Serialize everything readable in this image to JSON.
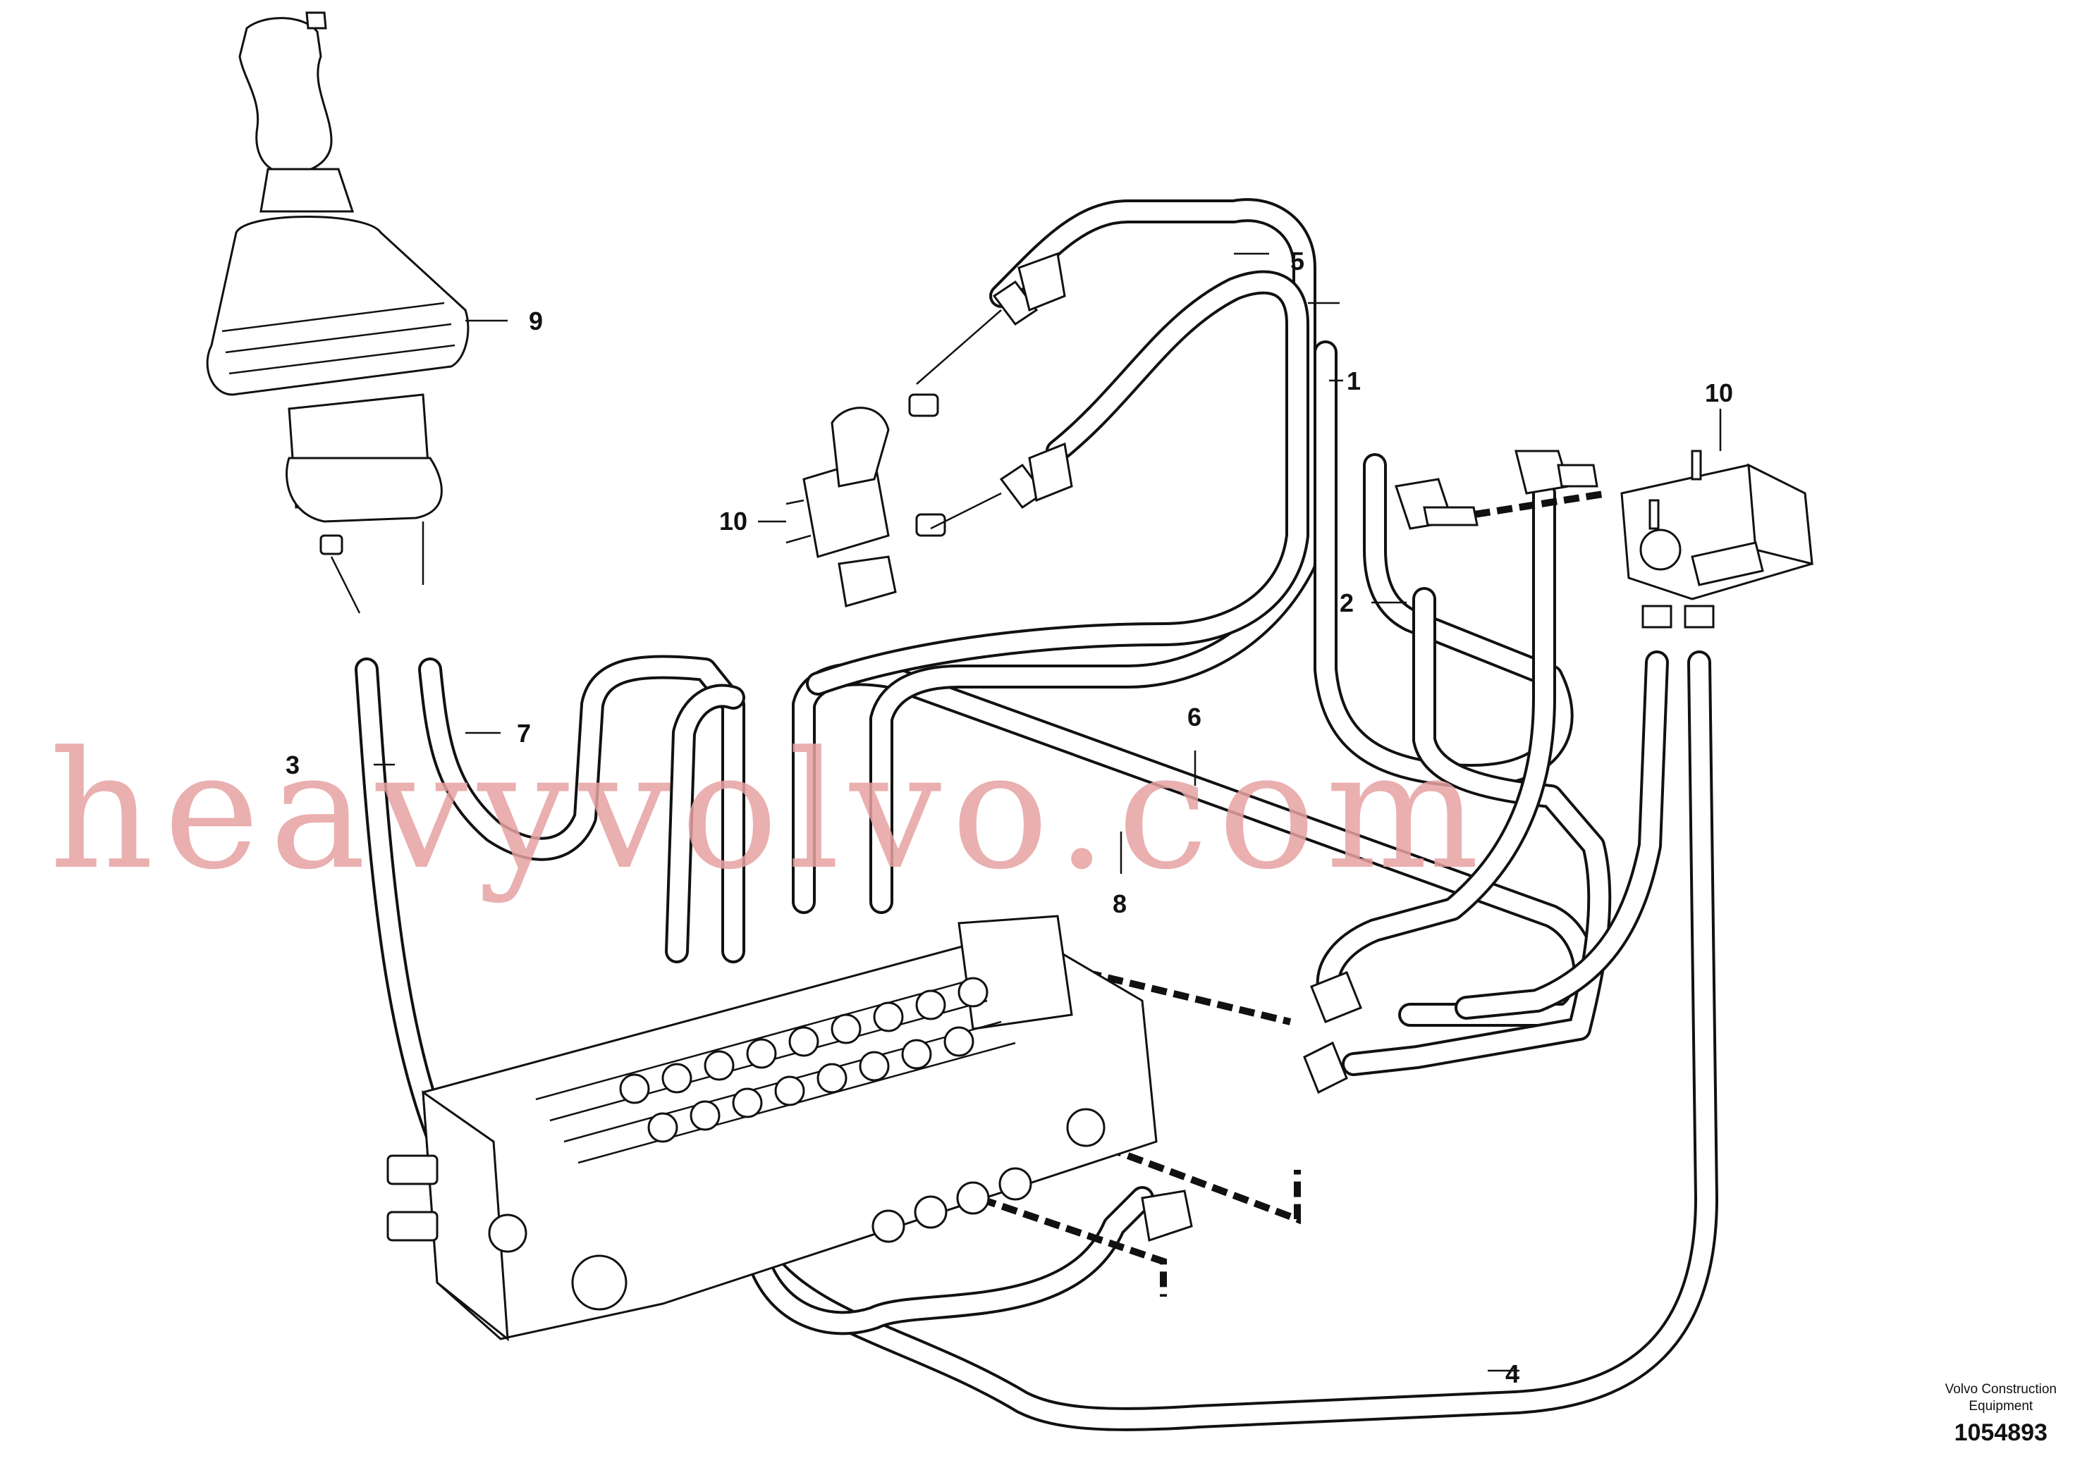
{
  "diagram": {
    "callouts": {
      "c1": "1",
      "c2": "2",
      "c3": "3",
      "c4": "4",
      "c5": "5",
      "c6": "6",
      "c7": "7",
      "c8": "8",
      "c9": "9",
      "c10a": "10",
      "c10b": "10"
    },
    "watermark": "heavyvolvo.com",
    "publisher_line1": "Volvo Construction",
    "publisher_line2": "Equipment",
    "drawing_number": "1054893"
  }
}
